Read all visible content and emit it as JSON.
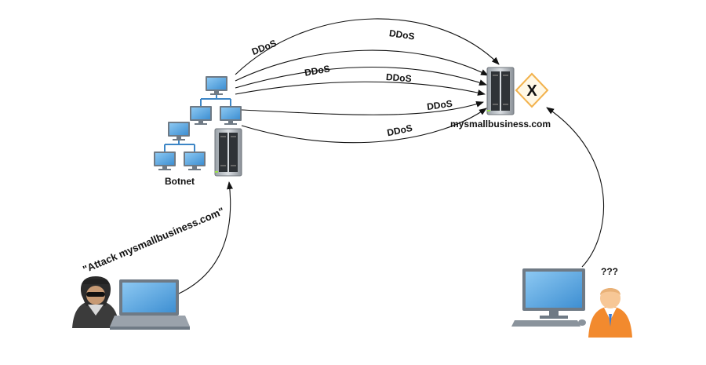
{
  "arrow_labels": [
    "DDoS",
    "DDoS",
    "DDoS",
    "DDoS",
    "DDoS",
    "DDoS"
  ],
  "botnet_label": "Botnet",
  "target_label": "mysmallbusiness.com",
  "attack_command": "\"Attack mysmallbusiness.com\"",
  "user_label": "???",
  "colors": {
    "screen": "#5aa6e0",
    "screen_frame": "#6f7a85",
    "server": "#3a3f44",
    "server_light": "#b8bec4",
    "failure_diamond": "#f6c46b",
    "arrow": "#111111",
    "hoodie": "#3b3b3b",
    "user_skin": "#f7c796",
    "user_shirt": "#f28a2e"
  },
  "icons": {
    "botnet": "network-of-computers-icon",
    "server": "server-tower-icon",
    "failure": "x-diamond-icon",
    "attacker": "hacker-icon",
    "laptop": "laptop-icon",
    "desktop": "desktop-computer-icon",
    "user": "user-person-icon"
  }
}
